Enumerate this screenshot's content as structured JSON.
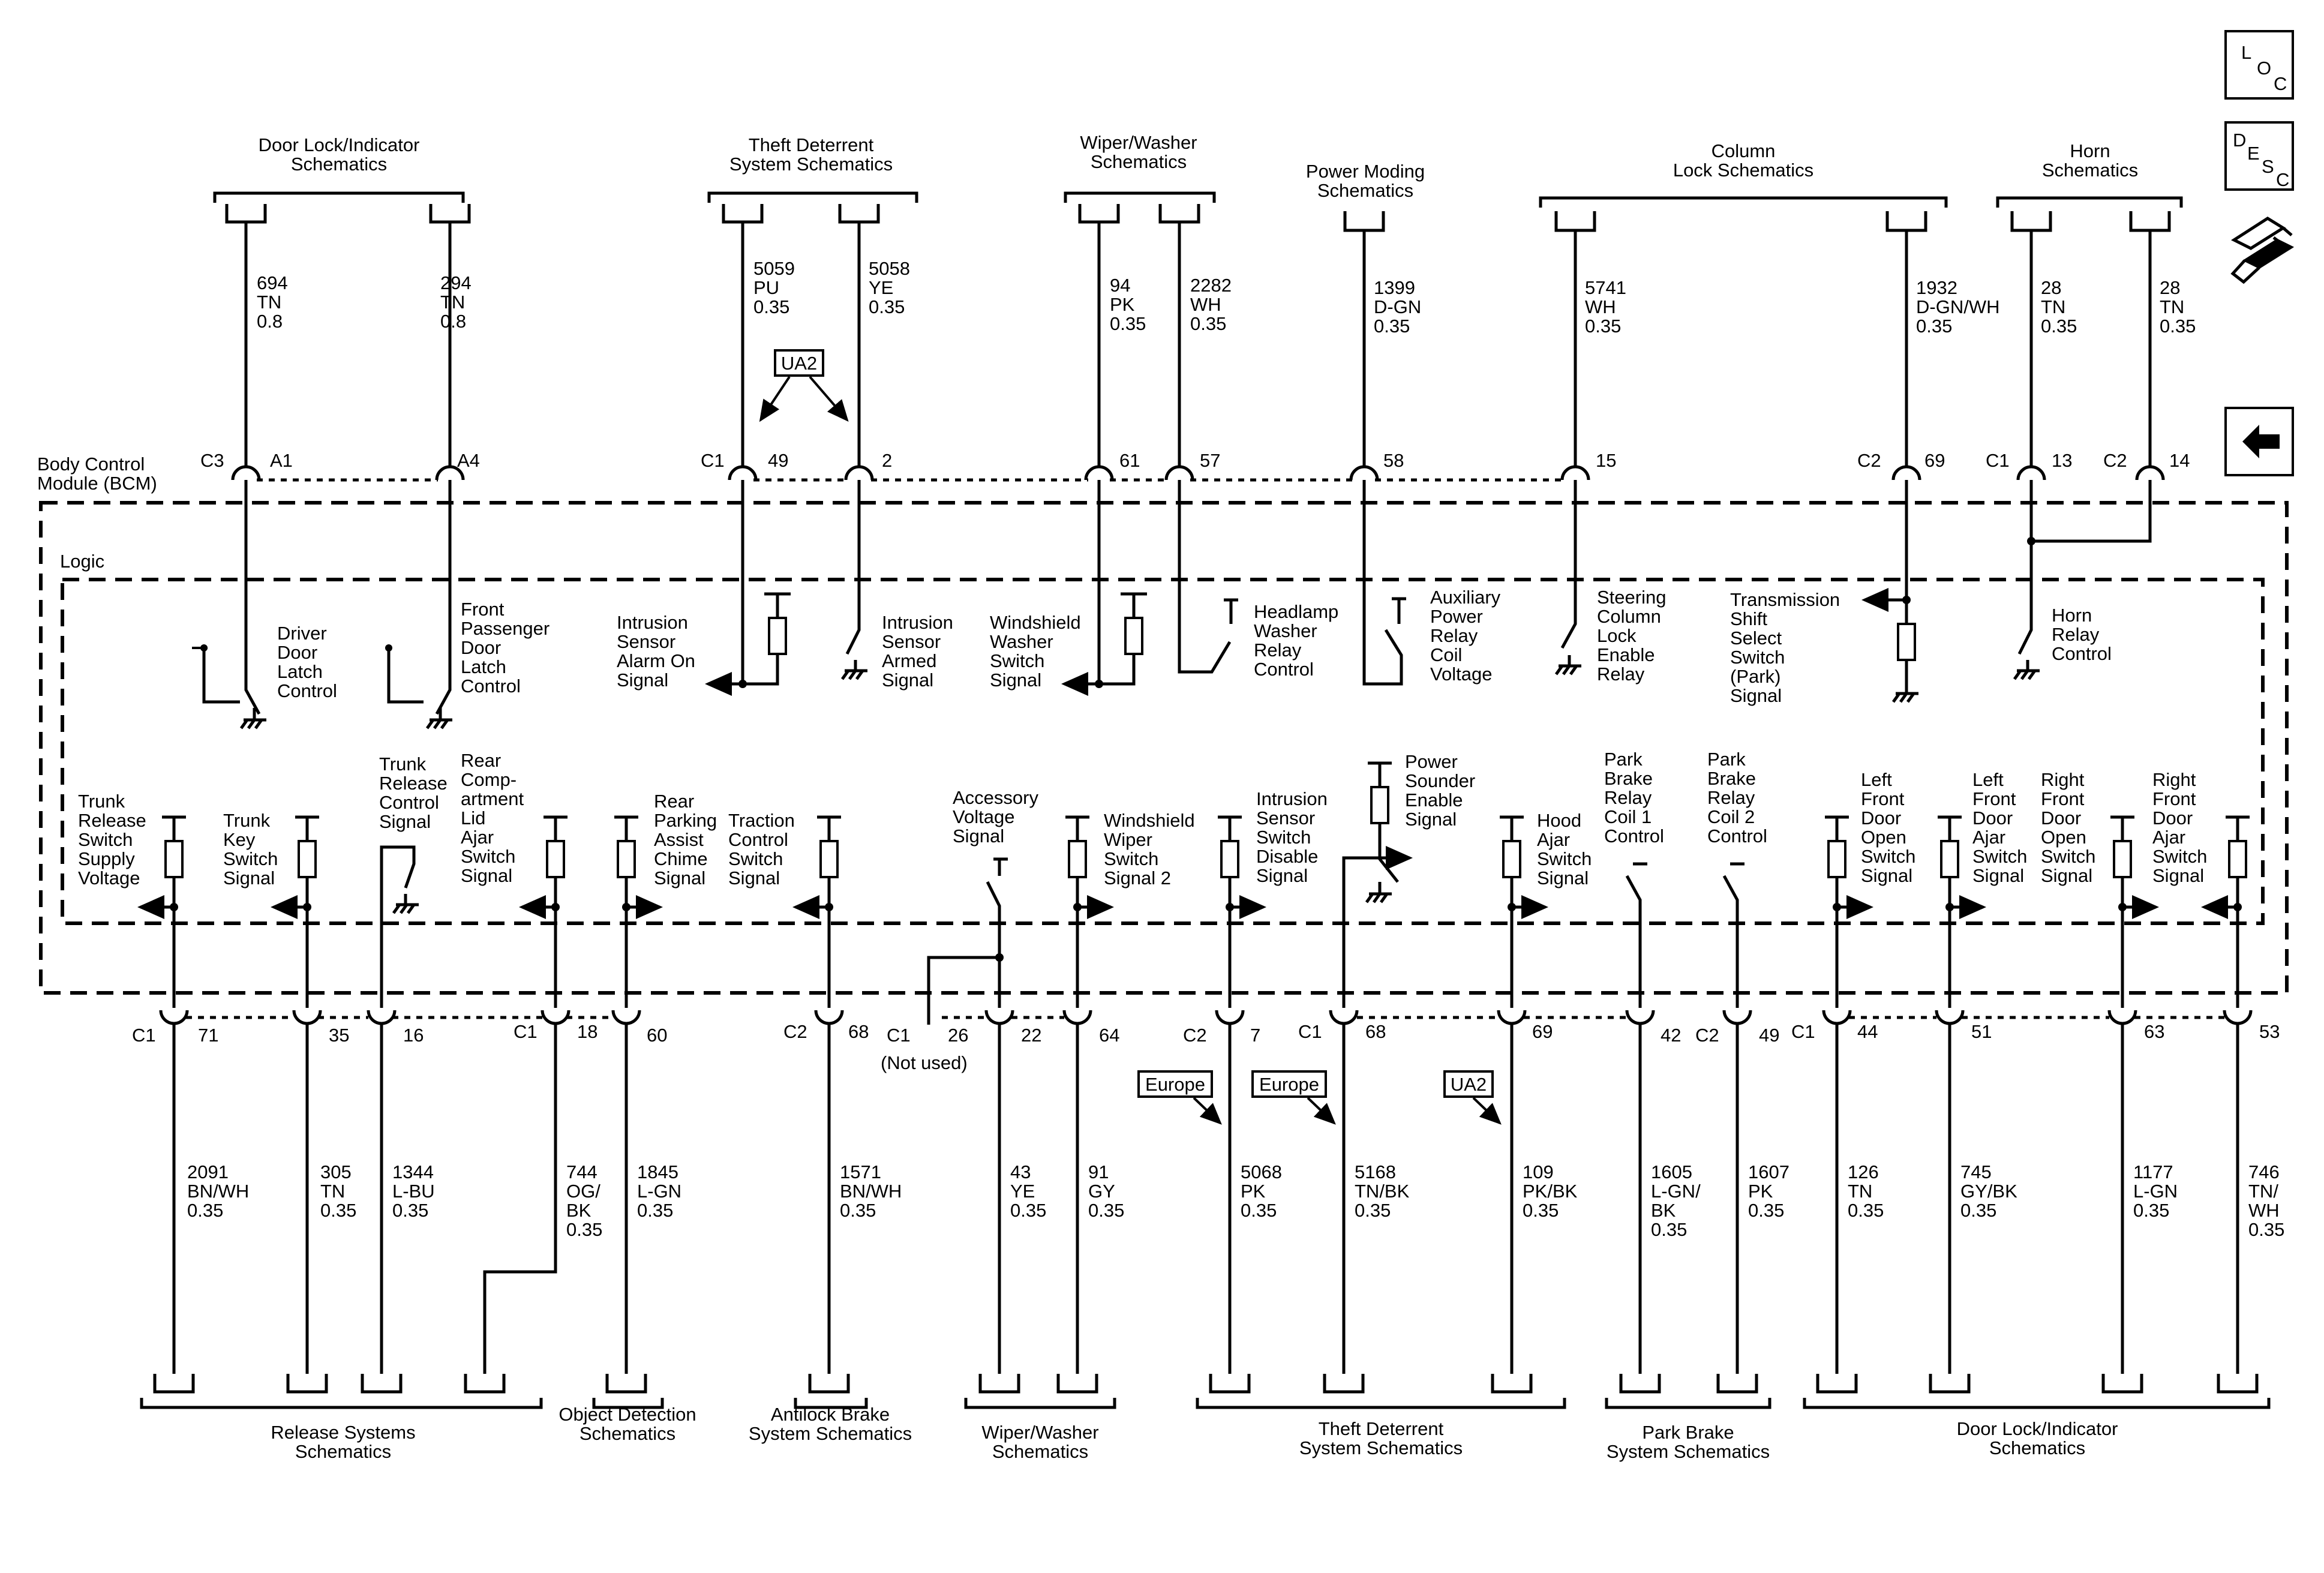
{
  "module": {
    "label": [
      "Body Control",
      "Module (BCM)"
    ],
    "logic_label": "Logic"
  },
  "top_harnesses": [
    {
      "id": "door-lock-top",
      "lines": [
        "Door Lock/Indicator",
        "Schematics"
      ]
    },
    {
      "id": "theft-top",
      "lines": [
        "Theft Deterrent",
        "System Schematics"
      ]
    },
    {
      "id": "wiper-top",
      "lines": [
        "Wiper/Washer",
        "Schematics"
      ]
    },
    {
      "id": "power-moding-top",
      "lines": [
        "Power Moding",
        "Schematics"
      ]
    },
    {
      "id": "column-lock-top",
      "lines": [
        "Column",
        "Lock Schematics"
      ]
    },
    {
      "id": "horn-top",
      "lines": [
        "Horn",
        "Schematics"
      ]
    }
  ],
  "bottom_harnesses": [
    {
      "id": "release-bottom",
      "lines": [
        "Release Systems",
        "Schematics"
      ]
    },
    {
      "id": "object-bottom",
      "lines": [
        "Object Detection",
        "Schematics"
      ]
    },
    {
      "id": "antilock-bottom",
      "lines": [
        "Antilock Brake",
        "System Schematics"
      ]
    },
    {
      "id": "wiper-bottom",
      "lines": [
        "Wiper/Washer",
        "Schematics"
      ]
    },
    {
      "id": "theft-bottom",
      "lines": [
        "Theft Deterrent",
        "System Schematics"
      ]
    },
    {
      "id": "park-brake-bottom",
      "lines": [
        "Park Brake",
        "System Schematics"
      ]
    },
    {
      "id": "door-lock-bottom",
      "lines": [
        "Door Lock/Indicator",
        "Schematics"
      ]
    }
  ],
  "top_circuits": [
    {
      "wire": [
        "694",
        "TN",
        "0.8"
      ],
      "connector": "C3",
      "pin": "A1",
      "function": [
        "Driver",
        "Door",
        "Latch",
        "Control"
      ]
    },
    {
      "wire": [
        "294",
        "TN",
        "0.8"
      ],
      "connector": "",
      "pin": "A4",
      "function": [
        "Front",
        "Passenger",
        "Door",
        "Latch",
        "Control"
      ]
    },
    {
      "wire": [
        "5059",
        "PU",
        "0.35"
      ],
      "connector": "C1",
      "pin": "49",
      "function": [
        "Intrusion",
        "Sensor",
        "Alarm On",
        "Signal"
      ]
    },
    {
      "wire": [
        "5058",
        "YE",
        "0.35"
      ],
      "connector": "",
      "pin": "2",
      "function": [
        "Intrusion",
        "Sensor",
        "Armed",
        "Signal"
      ]
    },
    {
      "wire": [
        "94",
        "PK",
        "0.35"
      ],
      "connector": "",
      "pin": "61",
      "function": [
        "Windshield",
        "Washer",
        "Switch",
        "Signal"
      ]
    },
    {
      "wire": [
        "2282",
        "WH",
        "0.35"
      ],
      "connector": "",
      "pin": "57",
      "function": [
        "Headlamp",
        "Washer",
        "Relay",
        "Control"
      ]
    },
    {
      "wire": [
        "1399",
        "D-GN",
        "0.35"
      ],
      "connector": "",
      "pin": "58",
      "function": [
        "Auxiliary",
        "Power",
        "Relay",
        "Coil",
        "Voltage"
      ]
    },
    {
      "wire": [
        "5741",
        "WH",
        "0.35"
      ],
      "connector": "",
      "pin": "15",
      "function": [
        "Steering",
        "Column",
        "Lock",
        "Enable",
        "Relay"
      ]
    },
    {
      "wire": [
        "1932",
        "D-GN/WH",
        "0.35"
      ],
      "connector": "C2",
      "pin": "69",
      "function": [
        "Transmission",
        "Shift",
        "Select",
        "Switch",
        "(Park)",
        "Signal"
      ]
    },
    {
      "wire": [
        "28",
        "TN",
        "0.35"
      ],
      "connector": "C1",
      "pin": "13",
      "function": [
        "Horn",
        "Relay",
        "Control"
      ]
    },
    {
      "wire": [
        "28",
        "TN",
        "0.35"
      ],
      "connector": "C2",
      "pin": "14",
      "function": []
    }
  ],
  "bottom_circuits": [
    {
      "wire": [
        "2091",
        "BN/WH",
        "0.35"
      ],
      "connector": "C1",
      "pin": "71",
      "function": [
        "Trunk",
        "Release",
        "Switch",
        "Supply",
        "Voltage"
      ]
    },
    {
      "wire": [
        "305",
        "TN",
        "0.35"
      ],
      "connector": "",
      "pin": "35",
      "function": [
        "Trunk",
        "Key",
        "Switch",
        "Signal"
      ]
    },
    {
      "wire": [
        "1344",
        "L-BU",
        "0.35"
      ],
      "connector": "",
      "pin": "16",
      "function": [
        "Trunk",
        "Release",
        "Control",
        "Signal"
      ]
    },
    {
      "wire": [
        "744",
        "OG/",
        "BK",
        "0.35"
      ],
      "connector": "C1",
      "pin": "18",
      "function": [
        "Rear",
        "Comp-",
        "artment",
        "Lid",
        "Ajar",
        "Switch",
        "Signal"
      ]
    },
    {
      "wire": [
        "1845",
        "L-GN",
        "0.35"
      ],
      "connector": "",
      "pin": "60",
      "function": [
        "Rear",
        "Parking",
        "Assist",
        "Chime",
        "Signal"
      ]
    },
    {
      "wire": [
        "1571",
        "BN/WH",
        "0.35"
      ],
      "connector": "C2",
      "pin": "68",
      "function": [
        "Traction",
        "Control",
        "Switch",
        "Signal"
      ]
    },
    {
      "wire": [],
      "connector": "C1",
      "pin": "26",
      "note": "(Not used)",
      "function": []
    },
    {
      "wire": [
        "43",
        "YE",
        "0.35"
      ],
      "connector": "",
      "pin": "22",
      "function": [
        "Accessory",
        "Voltage",
        "Signal"
      ]
    },
    {
      "wire": [
        "91",
        "GY",
        "0.35"
      ],
      "connector": "",
      "pin": "64",
      "function": [
        "Windshield",
        "Wiper",
        "Switch",
        "Signal 2"
      ]
    },
    {
      "wire": [
        "5068",
        "PK",
        "0.35"
      ],
      "connector": "C2",
      "pin": "7",
      "function": [
        "Intrusion",
        "Sensor",
        "Switch",
        "Disable",
        "Signal"
      ]
    },
    {
      "wire": [
        "5168",
        "TN/BK",
        "0.35"
      ],
      "connector": "C1",
      "pin": "68",
      "function": [
        "Power",
        "Sounder",
        "Enable",
        "Signal"
      ]
    },
    {
      "wire": [
        "109",
        "PK/BK",
        "0.35"
      ],
      "connector": "",
      "pin": "69",
      "function": [
        "Hood",
        "Ajar",
        "Switch",
        "Signal"
      ]
    },
    {
      "wire": [
        "1605",
        "L-GN/",
        "BK",
        "0.35"
      ],
      "connector": "",
      "pin": "42",
      "function": [
        "Park",
        "Brake",
        "Relay",
        "Coil 1",
        "Control"
      ]
    },
    {
      "wire": [
        "1607",
        "PK",
        "0.35"
      ],
      "connector": "C2",
      "pin": "49",
      "function": [
        "Park",
        "Brake",
        "Relay",
        "Coil 2",
        "Control"
      ]
    },
    {
      "wire": [
        "126",
        "TN",
        "0.35"
      ],
      "connector": "C1",
      "pin": "44",
      "function": [
        "Left",
        "Front",
        "Door",
        "Open",
        "Switch",
        "Signal"
      ]
    },
    {
      "wire": [
        "745",
        "GY/BK",
        "0.35"
      ],
      "connector": "",
      "pin": "51",
      "function": [
        "Left",
        "Front",
        "Door",
        "Ajar",
        "Switch",
        "Signal"
      ]
    },
    {
      "wire": [
        "1177",
        "L-GN",
        "0.35"
      ],
      "connector": "",
      "pin": "63",
      "function": [
        "Right",
        "Front",
        "Door",
        "Open",
        "Switch",
        "Signal"
      ]
    },
    {
      "wire": [
        "746",
        "TN/",
        "WH",
        "0.35"
      ],
      "connector": "",
      "pin": "53",
      "function": [
        "Right",
        "Front",
        "Door",
        "Ajar",
        "Switch",
        "Signal"
      ]
    }
  ],
  "option_tags": {
    "ua2": "UA2",
    "europe": "Europe"
  },
  "side_icons": {
    "loc": [
      "L",
      "O",
      "C"
    ],
    "desc": [
      "D",
      "E",
      "S",
      "C"
    ],
    "connector_icon": "connector-end-view-icon",
    "back_icon": "back-arrow-icon"
  }
}
